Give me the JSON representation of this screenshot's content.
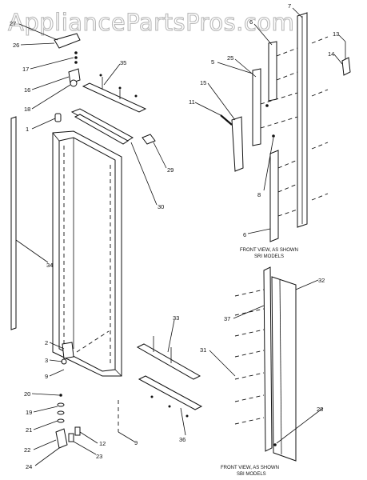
{
  "watermark": "AppliancePartsPros.com",
  "captions": {
    "sri_line1": "FRONT VIEW, AS SHOWN",
    "sri_line2": "SRI MODELS",
    "sbi_line1": "FRONT VIEW, AS SHOWN",
    "sbi_line2": "SBI MODELS"
  },
  "callouts": [
    "27",
    "26",
    "17",
    "16",
    "18",
    "1",
    "35",
    "29",
    "30",
    "34",
    "2",
    "3",
    "9",
    "20",
    "19",
    "21",
    "22",
    "24",
    "12",
    "23",
    "9",
    "33",
    "36",
    "7",
    "6",
    "5",
    "25",
    "15",
    "11",
    "8",
    "6",
    "13",
    "14",
    "37",
    "31",
    "32",
    "28"
  ]
}
